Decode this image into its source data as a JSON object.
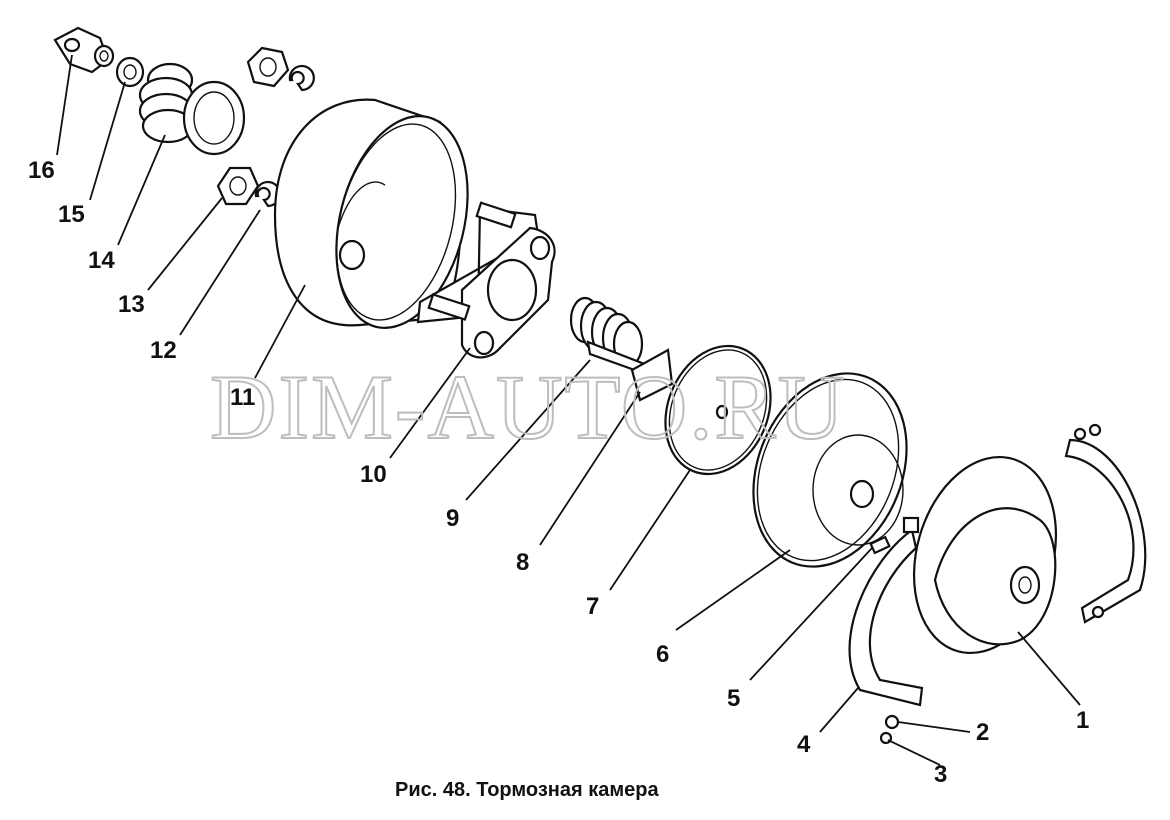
{
  "figure": {
    "caption": "Рис. 48. Тормозная камера",
    "watermark": "DIM-AUTO.RU",
    "callouts": [
      "1",
      "2",
      "3",
      "4",
      "5",
      "6",
      "7",
      "8",
      "9",
      "10",
      "11",
      "12",
      "13",
      "14",
      "15",
      "16"
    ]
  }
}
